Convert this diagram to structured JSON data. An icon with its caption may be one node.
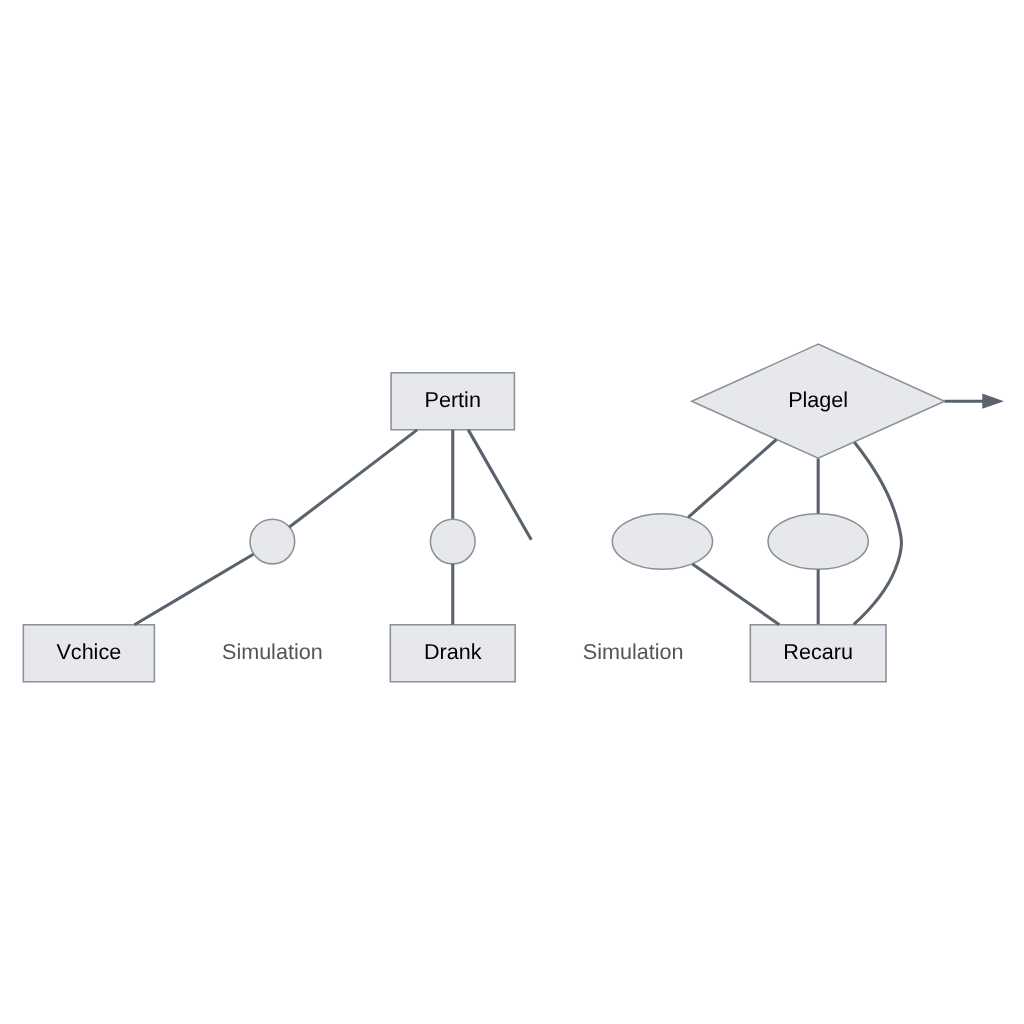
{
  "diagram": {
    "nodes": [
      {
        "text": [
          "Pertin"
        ]
      },
      {
        "text": [],
        "shape": "circle"
      },
      {
        "text": [],
        "shape": "circle"
      },
      {
        "text": [
          "Vchice"
        ]
      },
      {
        "text": [
          "Drank"
        ]
      },
      {
        "text": [
          "Plagel"
        ]
      },
      {
        "text": [],
        "shape": "ellipse"
      },
      {
        "text": [],
        "shape": "ellipse"
      },
      {
        "text": [
          "Recaru"
        ]
      }
    ],
    "edges": [
      {
        "from": 0,
        "to": 1,
        "arrow": "none"
      },
      {
        "from": 1,
        "to": 3,
        "arrow": "none"
      },
      {
        "from": 0,
        "to": 2,
        "arrow": "none"
      },
      {
        "from": 2,
        "to": 4,
        "arrow": "none"
      },
      {
        "from": 0,
        "to": null,
        "arrow": "none"
      },
      {
        "from": 5,
        "to": null,
        "arrow": "to"
      },
      {
        "from": 5,
        "to": 6,
        "arrow": "none"
      },
      {
        "from": 5,
        "to": 7,
        "arrow": "none"
      },
      {
        "from": 5,
        "to": 8,
        "arrow": "none"
      },
      {
        "from": 6,
        "to": 8,
        "arrow": "none"
      },
      {
        "from": 7,
        "to": 8,
        "arrow": "none"
      }
    ],
    "labels": [
      "Simulation",
      "Simulation"
    ]
  }
}
